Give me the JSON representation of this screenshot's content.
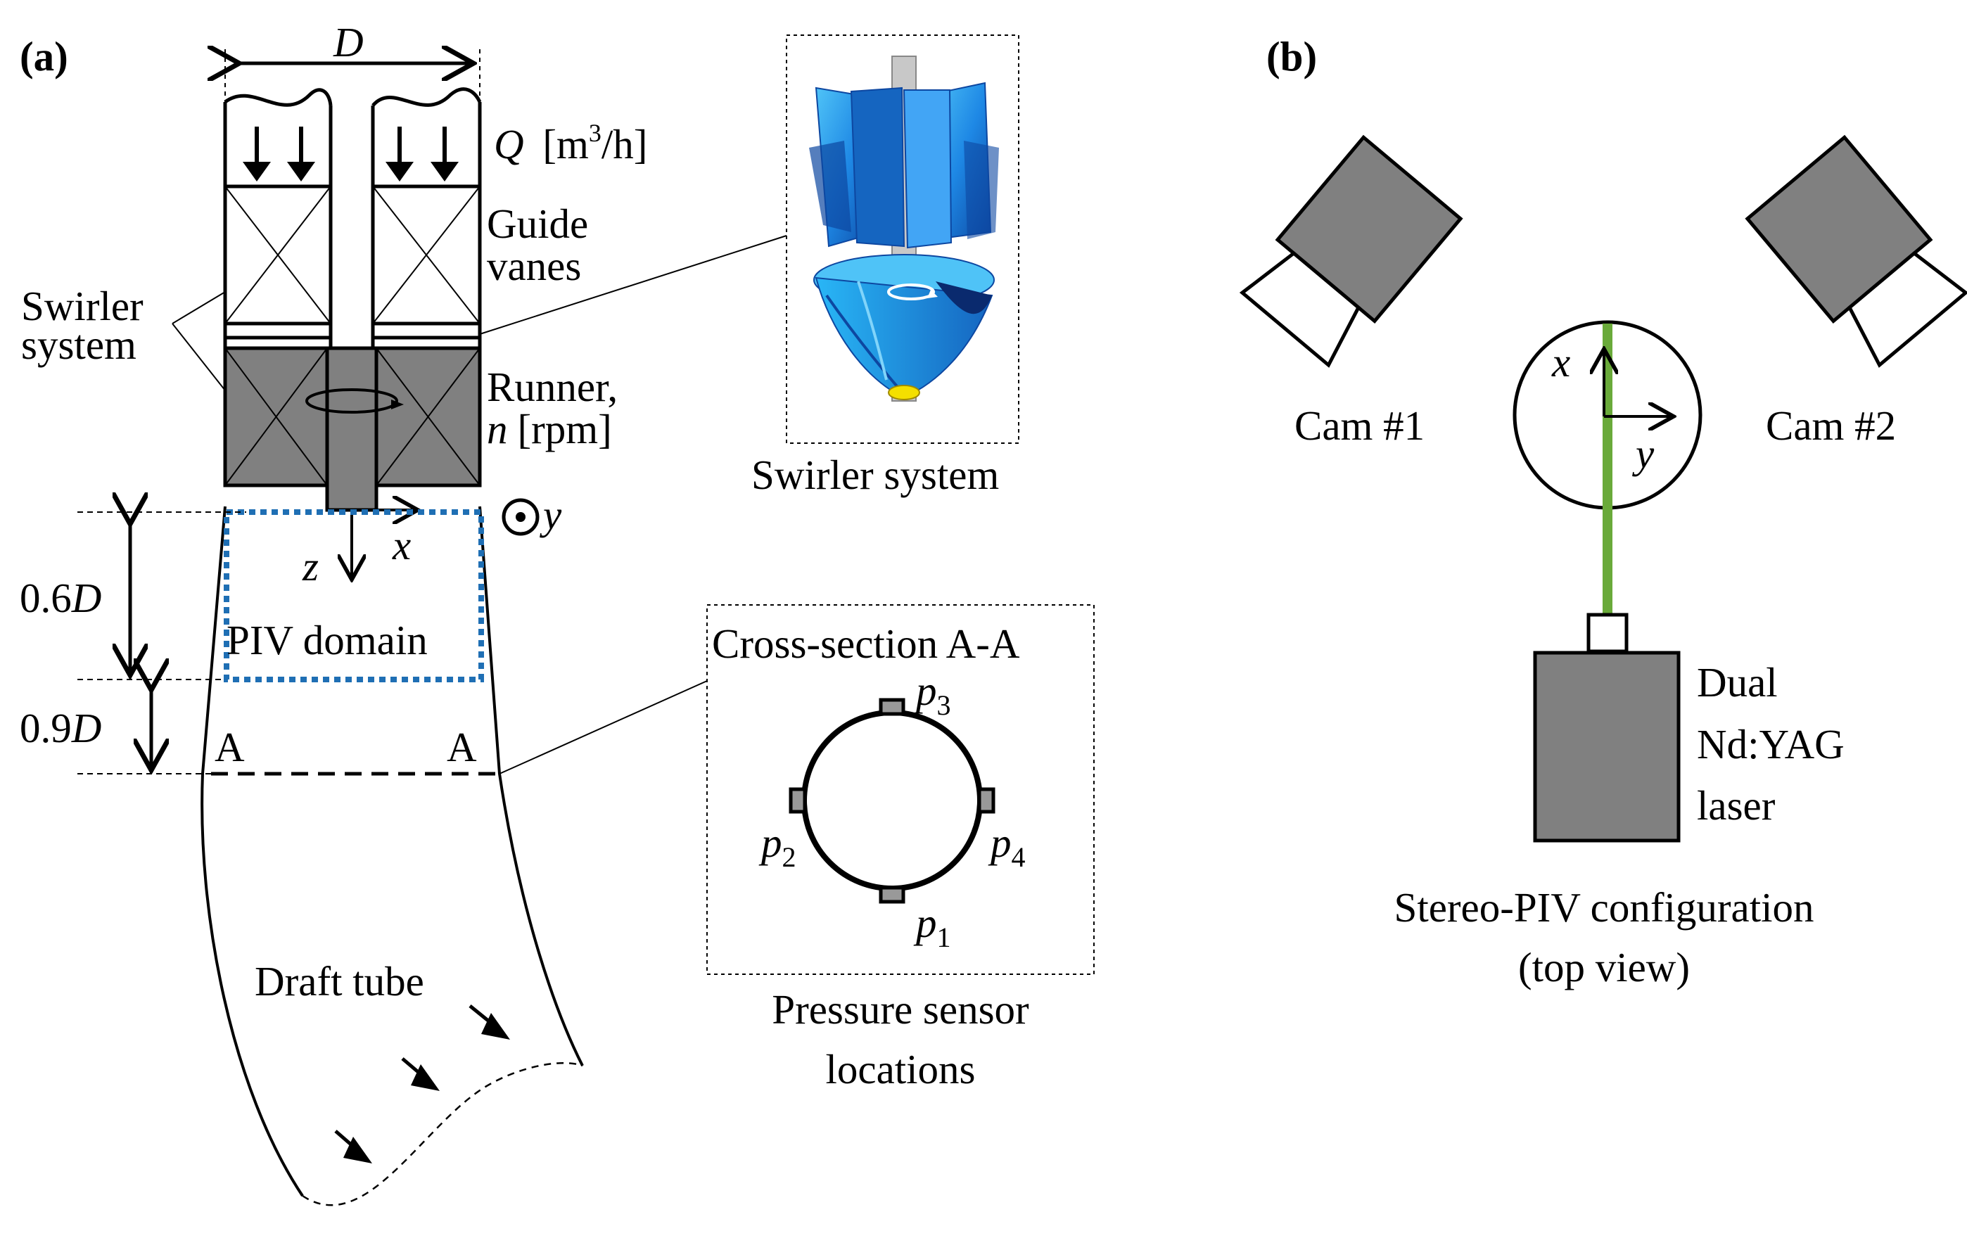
{
  "panel_a": {
    "tag": "(a)",
    "dim_D": "D",
    "flow_Q": "Q",
    "flow_unit_pre": "[m",
    "flow_unit_sup": "3",
    "flow_unit_post": "/h]",
    "guide_vanes_1": "Guide",
    "guide_vanes_2": "vanes",
    "swirler_1": "Swirler",
    "swirler_2": "system",
    "runner_1": "Runner,",
    "runner_n": "n",
    "runner_unit": "[rpm]",
    "axis_x": "x",
    "axis_z": "z",
    "axis_y": "y",
    "dist_06_num": "0.6",
    "dist_06_D": "D",
    "dist_09_num": "0.9",
    "dist_09_D": "D",
    "piv_domain": "PIV domain",
    "section_left": "A",
    "section_right": "A",
    "draft_tube": "Draft tube",
    "inset_swirler_caption": "Swirler system",
    "cross_section_title": "Cross-section A-A",
    "sensors": [
      {
        "label": "p",
        "sub": "3"
      },
      {
        "label": "p",
        "sub": "2"
      },
      {
        "label": "p",
        "sub": "4"
      },
      {
        "label": "p",
        "sub": "1"
      }
    ],
    "pressure_caption_1": "Pressure sensor",
    "pressure_caption_2": "locations"
  },
  "panel_b": {
    "tag": "(b)",
    "cam1": "Cam #1",
    "cam2": "Cam #2",
    "axis_x": "x",
    "axis_y": "y",
    "laser_1": "Dual",
    "laser_2": "Nd:YAG",
    "laser_3": "laser",
    "caption_1": "Stereo-PIV configuration",
    "caption_2": "(top view)"
  },
  "colors": {
    "piv_domain_border": "#1f6fb4",
    "laser_beam": "#6aaa3a",
    "hardware_gray": "#808080",
    "swirler_blue": "#1e88e5"
  }
}
